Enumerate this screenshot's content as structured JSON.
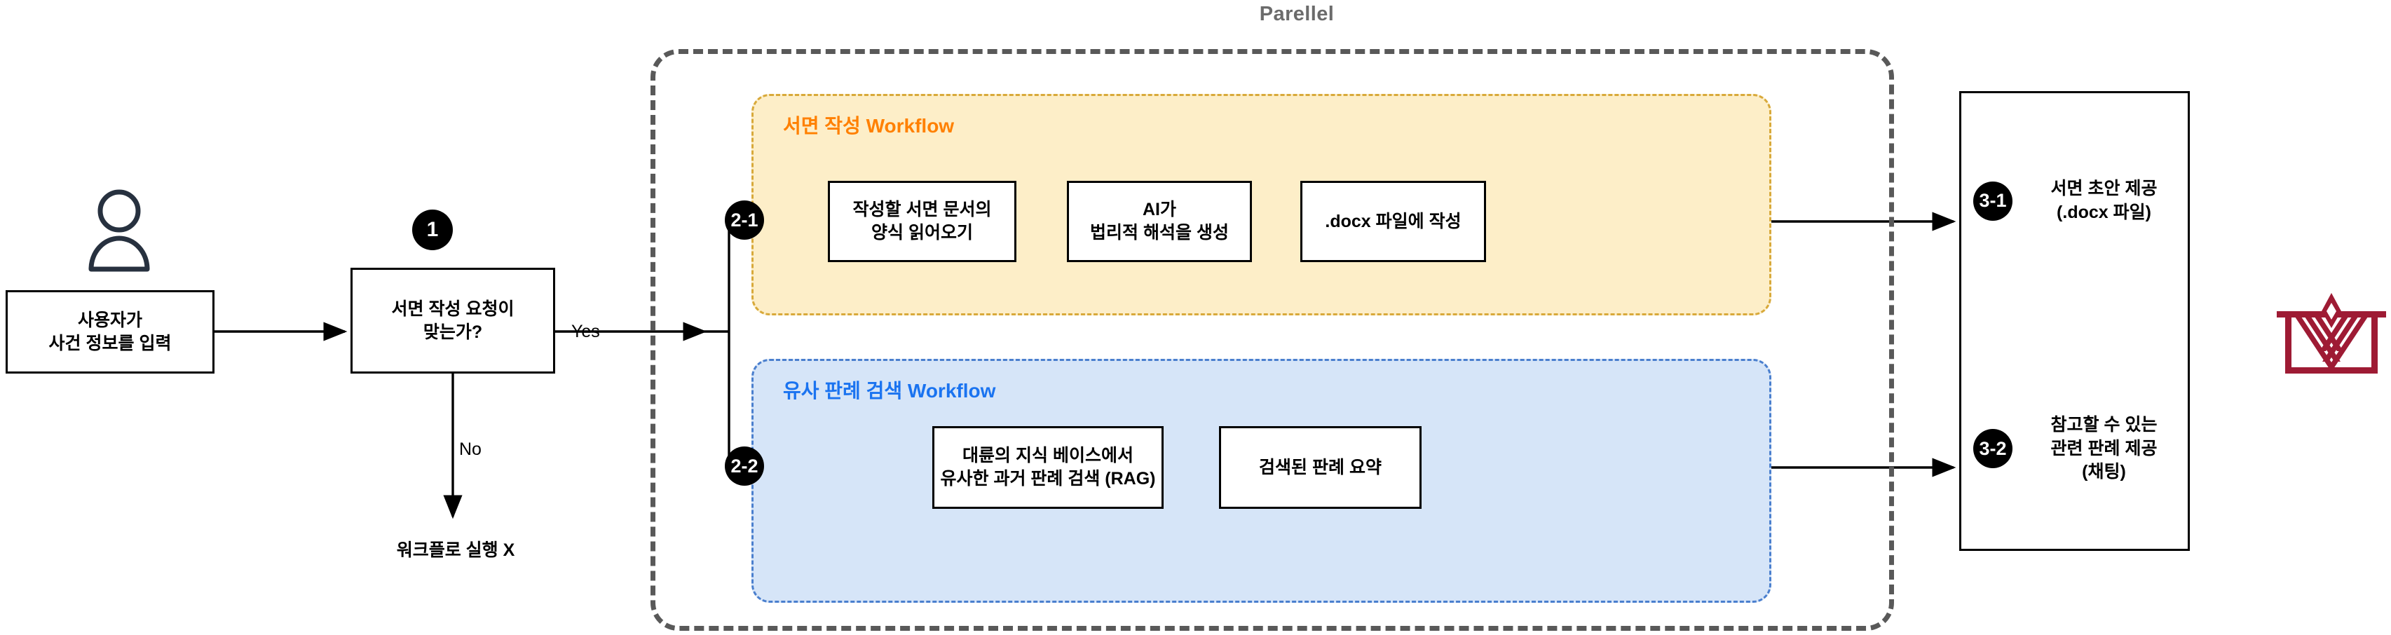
{
  "diagram": {
    "parallel_title": "Parellel",
    "user_icon": "user-person-icon",
    "brand_logo": "daeryun-crown-logo"
  },
  "start": {
    "input_box": "사용자가\n사건 정보를 입력"
  },
  "decision": {
    "badge": "1",
    "text": "서면 작성 요청이\n맞는가?",
    "yes_label": "Yes",
    "no_label": "No",
    "no_outcome": "워크플로 실행 X"
  },
  "lanes": [
    {
      "id": "doc-writing",
      "title": "서면 작성 Workflow",
      "accent": "#ff8000",
      "fill": "#fdeec8",
      "badge": "2-1",
      "steps": [
        "작성할 서면 문서의\n양식 읽어오기",
        "AI가\n법리적 해석을 생성",
        ".docx 파일에 작성"
      ]
    },
    {
      "id": "case-search",
      "title": "유사 판례 검색 Workflow",
      "accent": "#1a73f0",
      "fill": "#d6e5f8",
      "badge": "2-2",
      "steps": [
        "대륜의 지식 베이스에서\n유사한 과거 판례 검색 (RAG)",
        "검색된 판례 요약"
      ]
    }
  ],
  "outputs": [
    {
      "badge": "3-1",
      "label": "서면 초안 제공\n(.docx 파일)"
    },
    {
      "badge": "3-2",
      "label": "참고할 수 있는\n관련 판례 제공\n(채팅)"
    }
  ],
  "colors": {
    "badge_bg": "#000000",
    "parallel_border": "#595959",
    "doc_accent": "#ff8000",
    "case_accent": "#1a73f0",
    "logo": "#9e1b34"
  }
}
